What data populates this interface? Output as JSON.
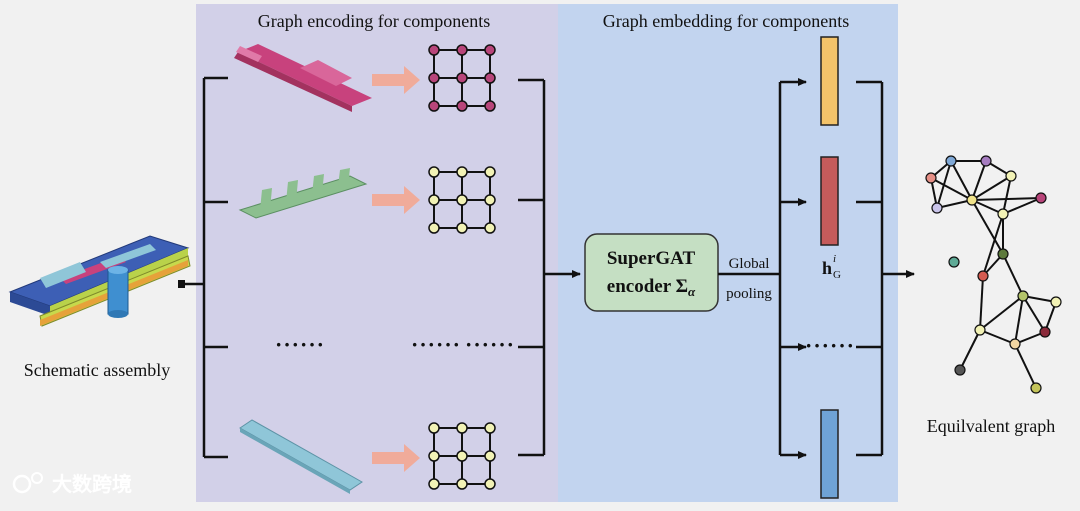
{
  "sections": {
    "encoding_title": "Graph encoding for components",
    "embedding_title": "Graph embedding for components"
  },
  "left": {
    "label": "Schematic assembly"
  },
  "right": {
    "label": "Equilvalent graph"
  },
  "encoder": {
    "line1": "SuperGAT",
    "line2_prefix": "encoder ",
    "sigma": "Σ",
    "alpha": "α"
  },
  "pooling": {
    "line1": "Global",
    "line2": "pooling"
  },
  "embedding_label": {
    "base": "h",
    "sub": "G",
    "sup": "i"
  },
  "ellipsis": {
    "left": "······",
    "mid_a": "······",
    "mid_b": "······",
    "right": "······"
  },
  "watermark": "大数跨境",
  "colors": {
    "encoding_bg": "#d2d0e8",
    "embedding_bg": "#c2d4ef",
    "arrow": "#f0ab9a",
    "encoder_box": "#c5dfc3",
    "component_1": "#c8427d",
    "component_2": "#8cbf8f",
    "component_3": "#8fc6d8",
    "bar_1": "#f3c36a",
    "bar_2": "#c55b5b",
    "bar_3": "#6fa3d6",
    "node_pink": "#b8457a",
    "node_yellow": "#f2f2b5"
  }
}
